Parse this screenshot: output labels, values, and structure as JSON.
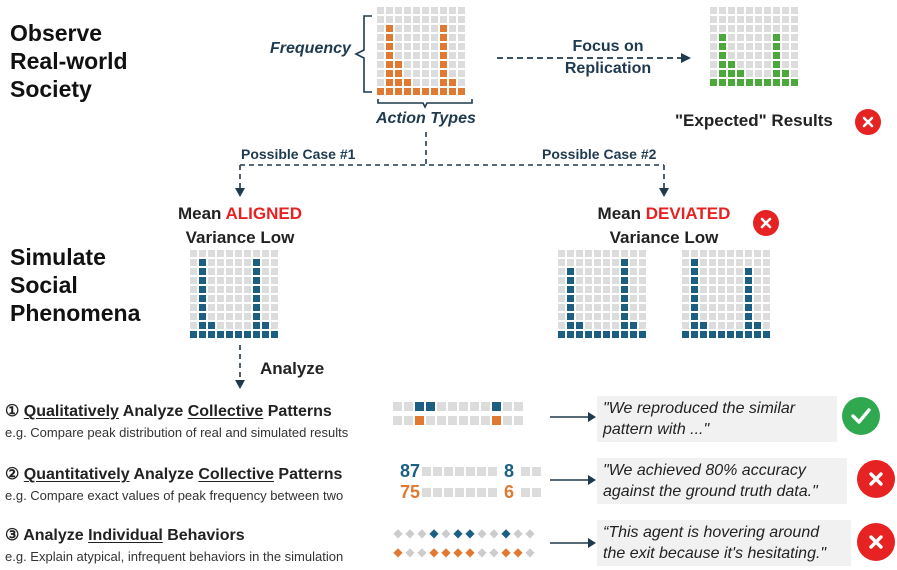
{
  "sections": {
    "observe": [
      "Observe",
      "Real-world",
      "Society"
    ],
    "simulate": [
      "Simulate",
      "Social",
      "Phenomena"
    ]
  },
  "top": {
    "frequency_label": "Frequency",
    "action_types_label": "Action Types",
    "focus_label": [
      "Focus on",
      "Replication"
    ],
    "expected_label": "\"Expected\" Results"
  },
  "cases": {
    "case1_label": "Possible Case #1",
    "case2_label": "Possible Case #2",
    "aligned": {
      "prefix": "Mean ",
      "highlight": "ALIGNED",
      "line2": "Variance Low"
    },
    "deviated": {
      "prefix": "Mean ",
      "highlight": "DEVIATED",
      "line2": "Variance Low"
    },
    "analyze_label": "Analyze"
  },
  "analyses": [
    {
      "num": "①",
      "title_parts": [
        {
          "t": "Qualitatively",
          "u": true
        },
        {
          "t": " Analyze ",
          "u": false
        },
        {
          "t": "Collective",
          "u": true
        },
        {
          "t": " Patterns",
          "u": false
        }
      ],
      "example": "e.g. Compare peak distribution of real and simulated results",
      "quote": [
        "\"We reproduced the similar",
        "pattern with ...\""
      ],
      "verdict": "check"
    },
    {
      "num": "②",
      "title_parts": [
        {
          "t": "Quantitatively",
          "u": true
        },
        {
          "t": " Analyze ",
          "u": false
        },
        {
          "t": "Collective",
          "u": true
        },
        {
          "t": " Patterns",
          "u": false
        }
      ],
      "example": "e.g. Compare exact values of peak frequency between two",
      "values_row1": [
        "87",
        "8"
      ],
      "values_row2": [
        "75",
        "6"
      ],
      "quote": [
        "\"We achieved 80% accuracy",
        "against the ground truth data.\""
      ],
      "verdict": "cross"
    },
    {
      "num": "③",
      "title_parts": [
        {
          "t": " Analyze ",
          "u": false
        },
        {
          "t": "Individual",
          "u": true
        },
        {
          "t": " Behaviors",
          "u": false
        }
      ],
      "example": "e.g. Explain atypical, infrequent behaviors in the simulation",
      "quote": [
        "“This agent is hovering around",
        "the exit because it's hesitating.\""
      ],
      "verdict": "cross"
    }
  ],
  "colors": {
    "orange": "#e07a33",
    "green": "#4aa93a",
    "blue": "#1c5f83",
    "red": "#e62222",
    "navy": "#1f3a4f"
  },
  "icons": [
    "check-icon",
    "cross-icon",
    "arrow-icon"
  ]
}
